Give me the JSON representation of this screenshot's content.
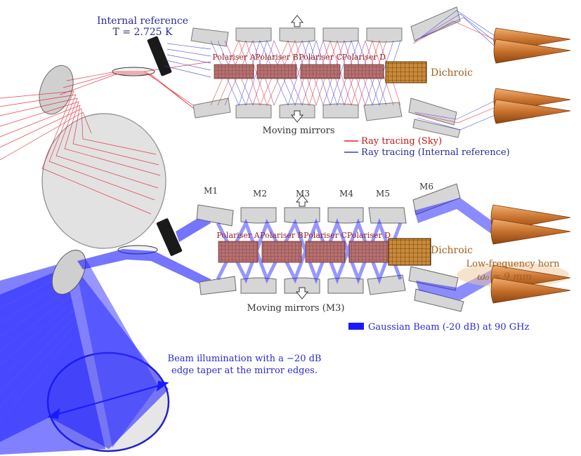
{
  "colors": {
    "sky_ray": "#e0202a",
    "ref_ray": "#3a3ad8",
    "beam": "#1a1aff",
    "dichroic": "#c07a2e",
    "horn": "#d98a42",
    "polariser": "#a05050",
    "mirror_fill": "#d8d8d8",
    "ref_text": "#2a2a9a",
    "label_red": "#9b1c1c"
  },
  "top": {
    "internal_reference_line1": "Internal reference",
    "internal_reference_line2": "T = 2.725 K",
    "polarisers": [
      "Polariser A",
      "Polariser B",
      "Polariser C",
      "Polariser D"
    ],
    "dichroic": "Dichroic",
    "moving_mirrors": "Moving mirrors",
    "legend_sky": "Ray tracing (Sky)",
    "legend_ref": "Ray tracing (Internal reference)"
  },
  "bottom": {
    "mirrors": [
      "M1",
      "M2",
      "M3",
      "M4",
      "M5",
      "M6"
    ],
    "polarisers": [
      "Polariser A",
      "Polariser B",
      "Polariser C",
      "Polariser D"
    ],
    "dichroic": "Dichroic",
    "moving_mirrors": "Moving mirrors (M3)",
    "horn_line1": "Low-frequency horn",
    "horn_line2": "ω₀ = 9 mm",
    "legend_beam": "Gaussian Beam (-20 dB) at 90 GHz",
    "illumination_line1": "Beam illumination with a −20 dB",
    "illumination_line2": "edge taper at the mirror edges."
  }
}
